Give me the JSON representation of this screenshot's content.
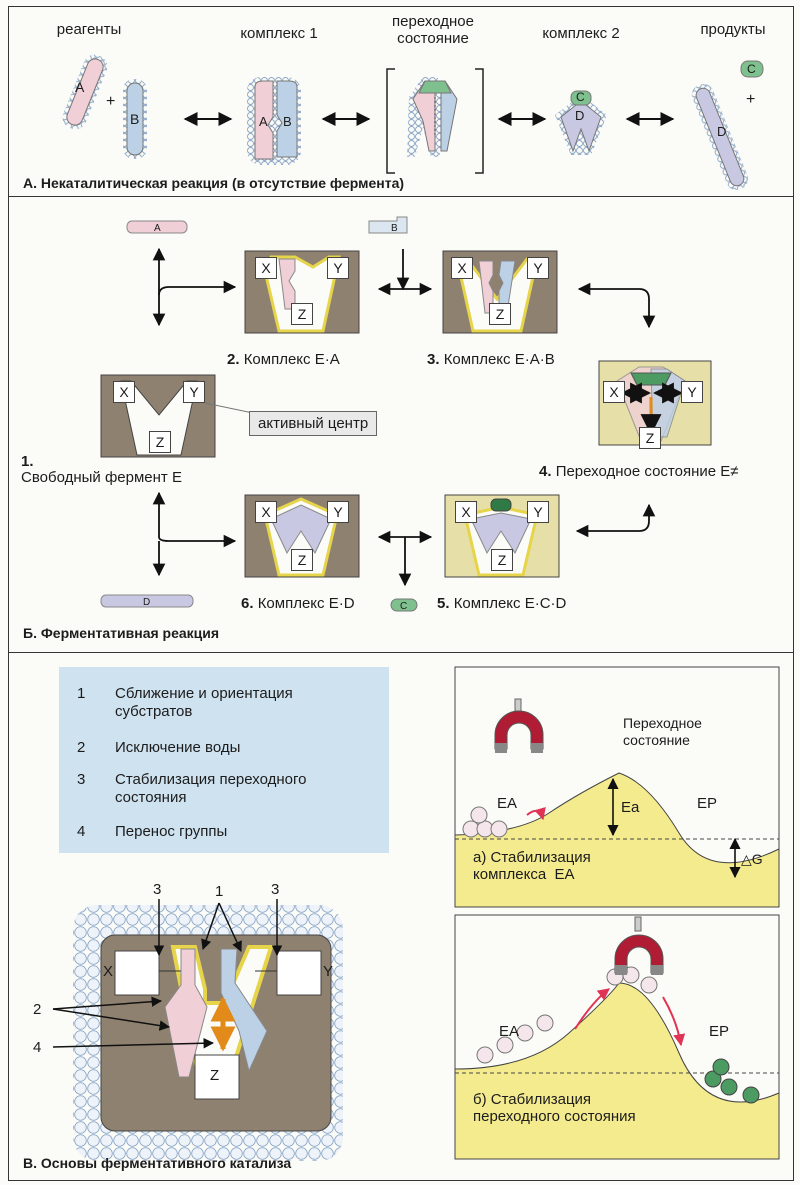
{
  "panel_a": {
    "labels": {
      "reagents": "реагенты",
      "complex1": "комплекс 1",
      "transition": "переходное\nсостояние",
      "complex2": "комплекс 2",
      "products": "продукты"
    },
    "molecules": {
      "a": "A",
      "b": "B",
      "c": "C",
      "d": "D",
      "plus": "+"
    },
    "title": "А. Некаталитическая  реакция (в отсутствие фермента)"
  },
  "panel_b": {
    "sites": {
      "x": "X",
      "y": "Y",
      "z": "Z"
    },
    "molecules": {
      "a": "A",
      "b": "B",
      "c": "C",
      "d": "D"
    },
    "states": {
      "s1_num": "1.",
      "s1": "Свободный фермент  E",
      "s2_num": "2.",
      "s2": "Комплекс E·A",
      "s3_num": "3.",
      "s3": "Комплекс E·A·B",
      "s4_num": "4.",
      "s4": "Переходное состояние E≠",
      "s5_num": "5.",
      "s5": "Комплекс E·C·D",
      "s6_num": "6.",
      "s6": "Комплекс E·D"
    },
    "active_site": "активный центр",
    "title": "Б. Ферментативная  реакция"
  },
  "panel_c": {
    "legend": [
      {
        "n": "1",
        "text": "Сближение и ориентация\nсубстратов"
      },
      {
        "n": "2",
        "text": "Исключение воды"
      },
      {
        "n": "3",
        "text": "Стабилизация переходного\nсостояния"
      },
      {
        "n": "4",
        "text": "Перенос группы"
      }
    ],
    "diagram_labels": {
      "l3a": "3",
      "l1": "1",
      "l3b": "3",
      "l2": "2",
      "l4": "4",
      "x": "X",
      "y": "Y",
      "z": "Z"
    },
    "energy_top": {
      "ts": "Переходное\nсостояние",
      "ea": "EA",
      "ep": "EP",
      "eact": "Ea",
      "dg": "△G",
      "caption": "а) Стабилизация\nкомплекса  EA"
    },
    "energy_bottom": {
      "ea": "EA",
      "ep": "EP",
      "caption": "б) Стабилизация\nпереходного состояния"
    },
    "title": "В. Основы  ферментативного  катализа"
  },
  "colors": {
    "enzyme": "#8f8170",
    "substrate_a": "#f1cfd7",
    "substrate_b": "#bcd0e6",
    "substrate_c": "#7fc08f",
    "energy_fill": "#f4eb8e",
    "legend_bg": "#cfe2f0",
    "magnet": "#b01c33"
  }
}
